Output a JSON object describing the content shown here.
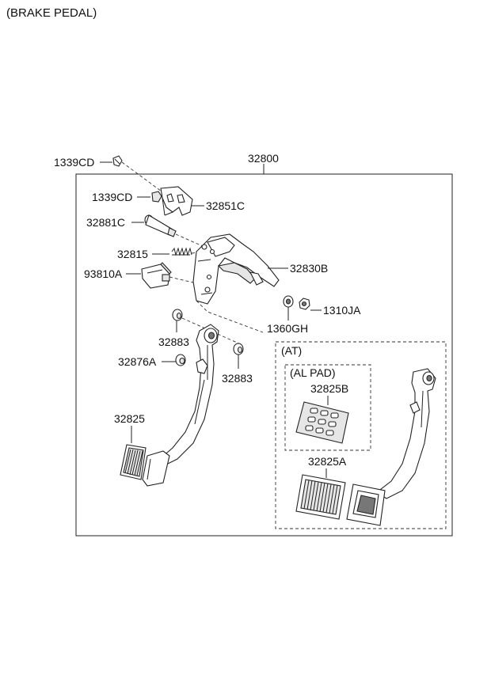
{
  "title": "(BRAKE PEDAL)",
  "labels": {
    "assy": "32800",
    "clip_top": "1339CD",
    "clip_2": "1339CD",
    "bracket_plate": "32851C",
    "pin": "32881C",
    "spring": "32815",
    "switch": "93810A",
    "member": "32830B",
    "nut_a": "1360GH",
    "nut_b": "1310JA",
    "bush_1": "32883",
    "bush_2": "32883",
    "collar": "32876A",
    "pad": "32825",
    "at": "(AT)",
    "al_pad": "(AL PAD)",
    "al_pad_part": "32825B",
    "at_pad": "32825A"
  }
}
